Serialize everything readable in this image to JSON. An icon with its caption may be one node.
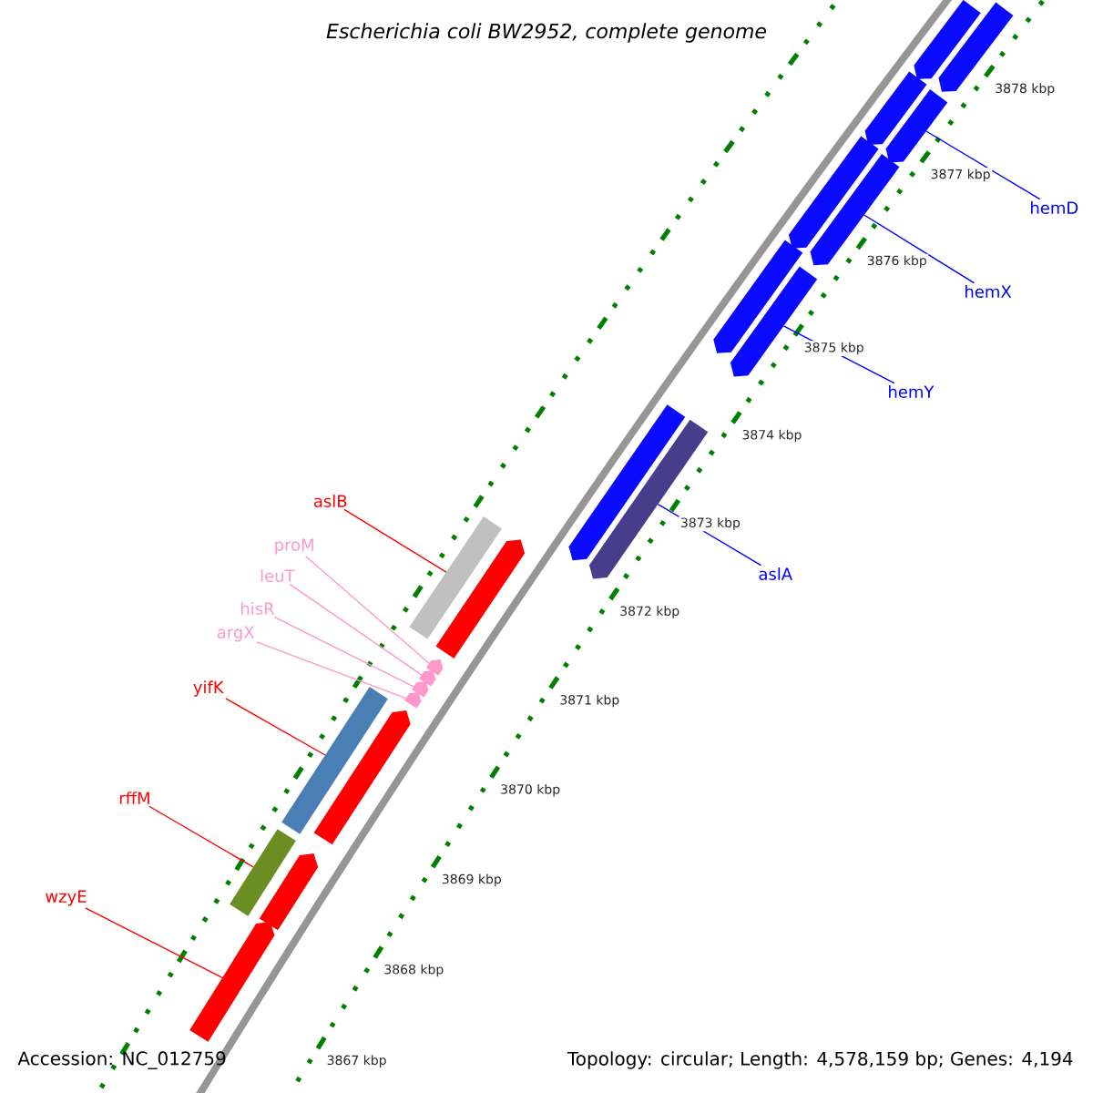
{
  "diagram": {
    "title": "Escherichia coli BW2952, complete genome",
    "nodes": [
      {
        "text": [
          "hemD"
        ]
      },
      {
        "text": [
          "hemX"
        ]
      },
      {
        "text": [
          "hemY"
        ]
      },
      {
        "text": [
          "aslA"
        ]
      },
      {
        "text": [
          "aslB"
        ]
      },
      {
        "text": [
          "proM"
        ]
      },
      {
        "text": [
          "leuT"
        ]
      },
      {
        "text": [
          "hisR"
        ]
      },
      {
        "text": [
          "argX"
        ]
      },
      {
        "text": [
          "yifK"
        ]
      },
      {
        "text": [
          "rffM"
        ]
      },
      {
        "text": [
          "wzyE"
        ]
      },
      {
        "text": [],
        "shape": "pentagon"
      },
      {
        "text": [],
        "shape": "pentagon"
      },
      {
        "text": [],
        "shape": "pentagon"
      },
      {
        "text": [],
        "shape": "pentagon"
      },
      {
        "text": [],
        "shape": "pentagon"
      },
      {
        "text": [],
        "shape": "pentagon"
      },
      {
        "text": [],
        "shape": "pentagon"
      },
      {
        "text": [],
        "shape": "pentagon"
      },
      {
        "text": [],
        "shape": "pentagon"
      },
      {
        "text": [],
        "shape": "pentagon"
      },
      {
        "text": [],
        "shape": "bar"
      },
      {
        "text": [],
        "shape": "pentagon"
      },
      {
        "text": [],
        "shape": "pentagon"
      },
      {
        "text": [],
        "shape": "pentagon"
      },
      {
        "text": [],
        "shape": "pentagon"
      },
      {
        "text": [],
        "shape": "pentagon"
      },
      {
        "text": [],
        "shape": "bar"
      },
      {
        "text": [],
        "shape": "pentagon"
      },
      {
        "text": [],
        "shape": "bar"
      },
      {
        "text": [],
        "shape": "pentagon"
      },
      {
        "text": [],
        "shape": "pentagon"
      }
    ],
    "edges": [
      {
        "from": 0,
        "to": 15,
        "arrow": "none",
        "color": "#0000ff"
      },
      {
        "from": 1,
        "to": 17,
        "arrow": "none",
        "color": "#0000ff"
      },
      {
        "from": 2,
        "to": 19,
        "arrow": "none",
        "color": "#0000ff"
      },
      {
        "from": 3,
        "to": 21,
        "arrow": "none",
        "color": "#0000ff"
      },
      {
        "from": 4,
        "to": 22,
        "arrow": "none",
        "color": "#ff0000"
      },
      {
        "from": 5,
        "to": 24,
        "arrow": "none",
        "color": "#ff99cc"
      },
      {
        "from": 6,
        "to": 25,
        "arrow": "none",
        "color": "#ff99cc"
      },
      {
        "from": 7,
        "to": 26,
        "arrow": "none",
        "color": "#ff99cc"
      },
      {
        "from": 8,
        "to": 27,
        "arrow": "none",
        "color": "#ff99cc"
      },
      {
        "from": 9,
        "to": 28,
        "arrow": "none",
        "color": "#ff0000"
      },
      {
        "from": 10,
        "to": 30,
        "arrow": "none",
        "color": "#ff0000"
      },
      {
        "from": 11,
        "to": 32,
        "arrow": "none",
        "color": "#ff0000"
      }
    ],
    "labels": [
      "3878 kbp",
      "3877 kbp",
      "3876 kbp",
      "3875 kbp",
      "3874 kbp",
      "3873 kbp",
      "3872 kbp",
      "3871 kbp",
      "3870 kbp",
      "3869 kbp",
      "3868 kbp",
      "3867 kbp",
      "Accession: NC_012759",
      "Topology: circular; Length: 4,578,159 bp; Genes: 4,194"
    ]
  }
}
